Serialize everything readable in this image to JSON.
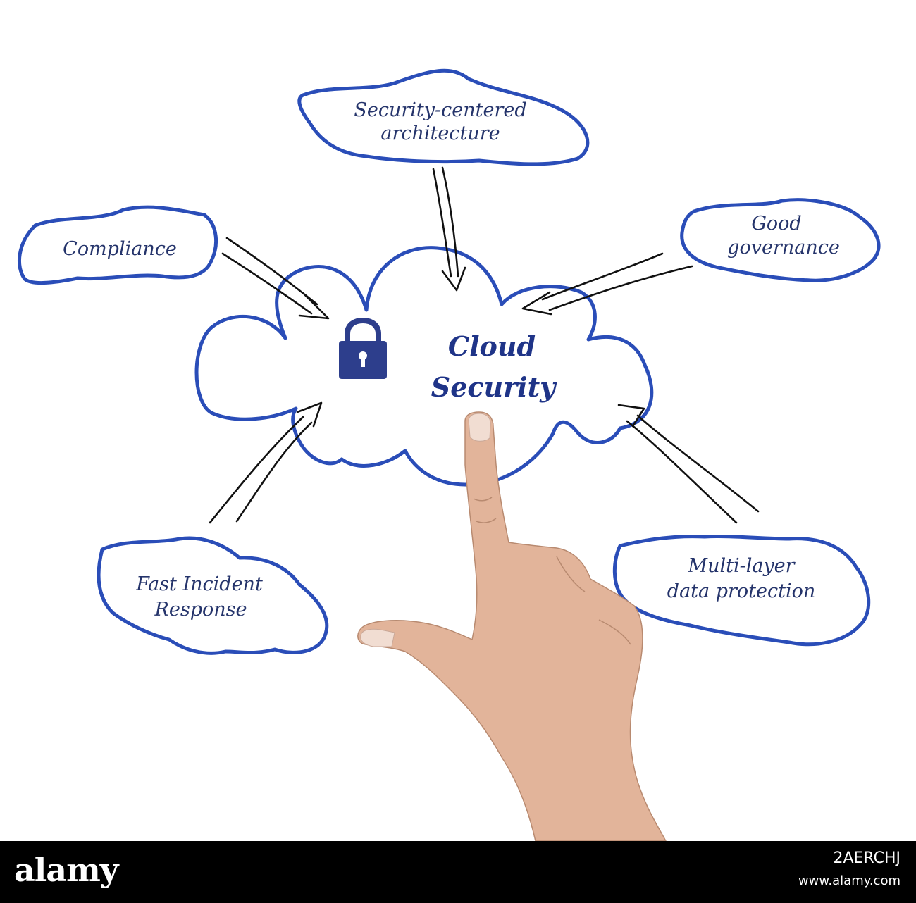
{
  "diagram": {
    "center": {
      "line1": "Cloud",
      "line2": "Security",
      "icon": "padlock-icon"
    },
    "nodes": {
      "top": {
        "line1": "Security-centered",
        "line2": "architecture"
      },
      "left": {
        "line1": "Compliance"
      },
      "right": {
        "line1": "Good",
        "line2": "governance"
      },
      "bottom_left": {
        "line1": "Fast Incident",
        "line2": "Response"
      },
      "bottom_right": {
        "line1": "Multi-layer",
        "line2": "data protection"
      }
    }
  },
  "colors": {
    "cloud_outline": "#2a4db8",
    "text": "#25346b",
    "padlock": "#2d3e8c",
    "arrows": "#111111"
  },
  "footer": {
    "brand_part1": "alamy",
    "stock_id": "2AERCHJ",
    "url": "www.alamy.com"
  },
  "watermark": "a"
}
